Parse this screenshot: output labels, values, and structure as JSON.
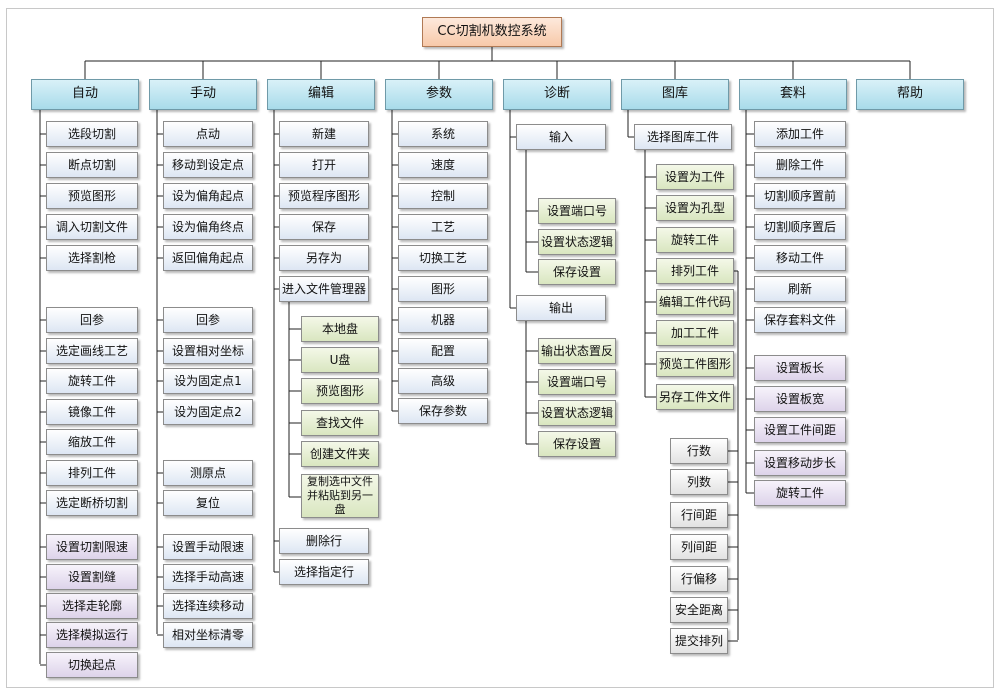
{
  "root": "CC切割机数控系统",
  "categories": [
    "自动",
    "手动",
    "编辑",
    "参数",
    "诊断",
    "图库",
    "套料",
    "帮助"
  ],
  "auto": {
    "items": [
      "选段切割",
      "断点切割",
      "预览图形",
      "调入切割文件",
      "选择割枪"
    ],
    "group2": [
      "回参",
      "选定画线工艺",
      "旋转工件",
      "镜像工件",
      "缩放工件",
      "排列工件",
      "选定断桥切割"
    ],
    "group3": [
      "设置切割限速",
      "设置割缝",
      "选择走轮廓",
      "选择模拟运行",
      "切换起点"
    ]
  },
  "manual": {
    "group1": [
      "点动",
      "移动到设定点",
      "设为偏角起点",
      "设为偏角终点",
      "返回偏角起点"
    ],
    "group2": [
      "回参",
      "设置相对坐标",
      "设为固定点1",
      "设为固定点2"
    ],
    "group3": [
      "测原点",
      "复位"
    ],
    "group4": [
      "设置手动限速",
      "选择手动高速",
      "选择连续移动",
      "相对坐标清零"
    ]
  },
  "edit": {
    "items": [
      "新建",
      "打开",
      "预览程序图形",
      "保存",
      "另存为",
      "进入文件管理器"
    ],
    "file_manager": [
      "本地盘",
      "U盘",
      "预览图形",
      "查找文件",
      "创建文件夹",
      "复制选中文件并粘贴到另一盘"
    ],
    "items_after": [
      "删除行",
      "选择指定行"
    ]
  },
  "params": {
    "items": [
      "系统",
      "速度",
      "控制",
      "工艺",
      "切换工艺",
      "图形",
      "机器",
      "配置",
      "高级",
      "保存参数"
    ]
  },
  "diag": {
    "input": "输入",
    "input_children": [
      "设置端口号",
      "设置状态逻辑",
      "保存设置"
    ],
    "output": "输出",
    "output_children": [
      "输出状态置反",
      "设置端口号",
      "设置状态逻辑",
      "保存设置"
    ]
  },
  "gallery": {
    "select": "选择图库工件",
    "children": [
      "设置为工件",
      "设置为孔型",
      "旋转工件",
      "排列工件",
      "编辑工件代码",
      "加工工件",
      "预览工件图形",
      "另存工件文件"
    ],
    "arrange": [
      "行数",
      "列数",
      "行间距",
      "列间距",
      "行偏移",
      "安全距离",
      "提交排列"
    ]
  },
  "nest": {
    "group1": [
      "添加工件",
      "删除工件",
      "切割顺序置前",
      "切割顺序置后",
      "移动工件",
      "刷新",
      "保存套料文件"
    ],
    "group2": [
      "设置板长",
      "设置板宽",
      "设置工件间距",
      "设置移动步长",
      "旋转工件"
    ]
  },
  "colors": {
    "root": "#f7c9a9",
    "category": "#a8dbea",
    "blue_leaf": "#dde6f3",
    "green_leaf": "#d9e6c0",
    "purple_leaf": "#ddd3ea",
    "gray_leaf": "#e2e2e2",
    "wire": "#222222"
  }
}
